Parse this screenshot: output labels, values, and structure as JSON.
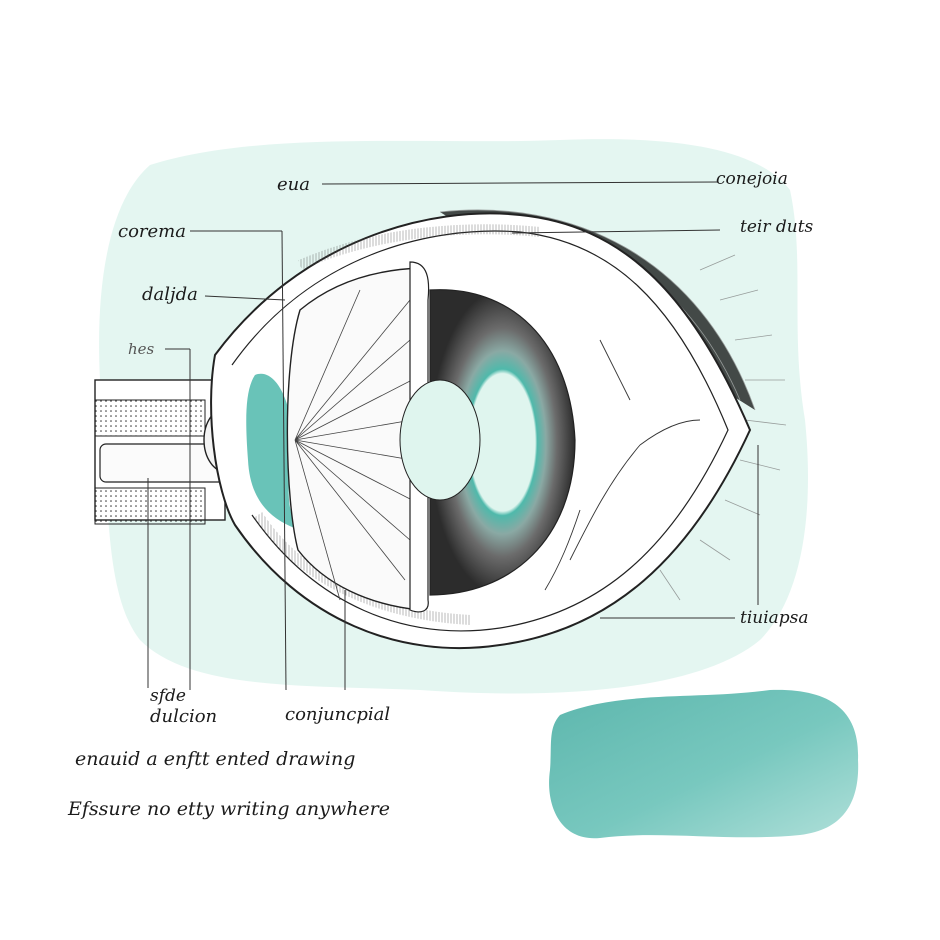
{
  "labels": {
    "top_center": "eua",
    "top_right": "conejoia",
    "upper_left": "corema",
    "upper_right": "teir duts",
    "left_middle": "daljda",
    "left_small": "hes",
    "right_lower": "tiuiapsa",
    "bottom_left_1": "sfde",
    "bottom_left_2": "dulcion",
    "bottom_center": "conjuncpial"
  },
  "notes": {
    "line1": "enauid a enftt ented drawing",
    "line2": "Efssure no etty writing anywhere"
  },
  "colors": {
    "watercolor_mint": "#dff5ee",
    "watercolor_teal": "#5fbcb2",
    "ink": "#1b1b1b",
    "iris_gray": "#4a4a4a"
  }
}
